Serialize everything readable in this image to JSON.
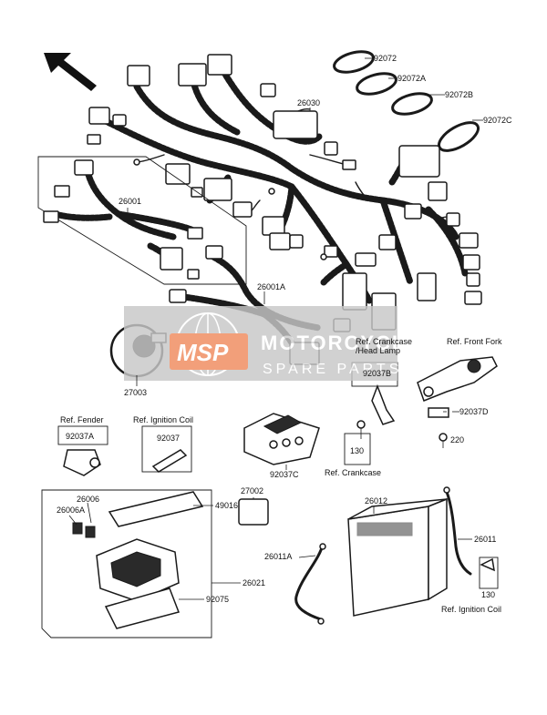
{
  "part_labels": {
    "p92072": "92072",
    "p92072A": "92072A",
    "p92072B": "92072B",
    "p92072C": "92072C",
    "p26030": "26030",
    "p26001": "26001",
    "p26001A": "26001A",
    "p27003": "27003",
    "p92037B": "92037B",
    "p92037D": "92037D",
    "p220": "220",
    "p92037A": "92037A",
    "p92037": "92037",
    "p92037C": "92037C",
    "p130a": "130",
    "p27002": "27002",
    "p26006": "26006",
    "p26006A": "26006A",
    "p49016": "49016",
    "p26021": "26021",
    "p92075": "92075",
    "p26012": "26012",
    "p26011A": "26011A",
    "p26011": "26011",
    "p130b": "130"
  },
  "references": {
    "crankcase_head_lamp_1": "Ref. Crankcase",
    "crankcase_head_lamp_2": "/Head Lamp",
    "front_fork": "Ref. Front Fork",
    "fender": "Ref. Fender",
    "ignition_coil_top": "Ref. Ignition Coil",
    "crankcase": "Ref. Crankcase",
    "ignition_coil_bottom": "Ref. Ignition Coil"
  },
  "watermark": {
    "logo": "MSP",
    "line1": "MOTORCYCLE",
    "line2": "SPARE PARTS"
  },
  "colors": {
    "ink": "#1a1a1a",
    "watermark_band": "#c8c8c8",
    "watermark_logo": "#f08a5d"
  },
  "icons": {
    "direction_arrow": "arrow-up-left-icon",
    "watermark_globe": "globe-icon"
  }
}
